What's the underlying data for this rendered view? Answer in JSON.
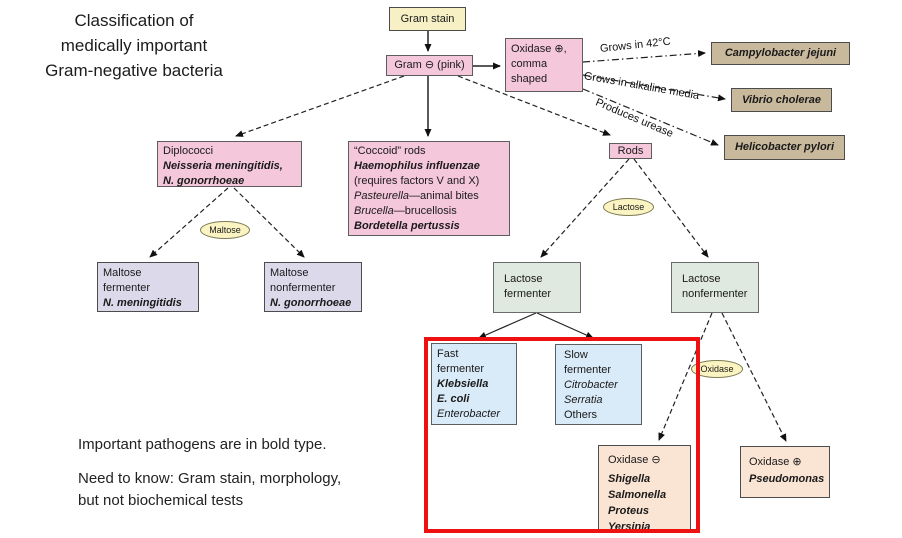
{
  "title": {
    "line1": "Classification of",
    "line2": "medically important",
    "line3": "Gram-negative bacteria"
  },
  "notes": {
    "bold_note": "Important pathogens are in bold type.",
    "need_line1": "Need to know: Gram stain, morphology,",
    "need_line2": "but not biochemical tests"
  },
  "edges": {
    "grows42": "Grows in 42°C",
    "alkaline": "Grows in alkaline media",
    "urease": "Produces urease"
  },
  "ovals": {
    "maltose": "Maltose",
    "lactose": "Lactose",
    "oxidase": "Oxidase"
  },
  "nodes": {
    "gram_stain": "Gram stain",
    "gram_negative": "Gram ⊖ (pink)",
    "oxidase_comma": {
      "line1": "Oxidase ⊕,",
      "line2": "comma",
      "line3": "shaped"
    },
    "campylobacter": "Campylobacter jejuni",
    "vibrio": "Vibrio cholerae",
    "helicobacter": "Helicobacter pylori",
    "diplococci": {
      "line1": "Diplococci",
      "line2": "Neisseria meningitidis,",
      "line3": "N. gonorrhoeae"
    },
    "coccoid": {
      "line1": "“Coccoid” rods",
      "line2": "Haemophilus influenzae",
      "line3": "(requires factors V and X)",
      "line4_name": "Pasteurella",
      "line4_rest": "—animal bites",
      "line5_name": "Brucella",
      "line5_rest": "—brucellosis",
      "line6": "Bordetella pertussis"
    },
    "rods": "Rods",
    "maltose_fermenter": {
      "line1": "Maltose",
      "line2": "fermenter",
      "line3": "N. meningitidis"
    },
    "maltose_nonfermenter": {
      "line1": "Maltose",
      "line2": "nonfermenter",
      "line3": "N. gonorrhoeae"
    },
    "lactose_fermenter": {
      "line1": "Lactose",
      "line2": "fermenter"
    },
    "lactose_nonfermenter": {
      "line1": "Lactose",
      "line2": "nonfermenter"
    },
    "fast_fermenter": {
      "line1": "Fast",
      "line2": "fermenter",
      "line3": "Klebsiella",
      "line4": "E. coli",
      "line5": "Enterobacter"
    },
    "slow_fermenter": {
      "line1": "Slow",
      "line2": "fermenter",
      "line3": "Citrobacter",
      "line4": "Serratia",
      "line5": "Others"
    },
    "oxidase_negative": {
      "line1": "Oxidase ⊖",
      "line2": "Shigella",
      "line3": "Salmonella",
      "line4": "Proteus",
      "line5": "Yersinia"
    },
    "oxidase_positive": {
      "line1": "Oxidase ⊕",
      "line2": "Pseudomonas"
    }
  },
  "colors": {
    "cream": "#f6f0c4",
    "pink": "#f4c7da",
    "tan": "#c9b99c",
    "lavender": "#dcd9eb",
    "green": "#dfe9df",
    "blue": "#d9eaf8",
    "peach": "#fae4d4",
    "oval_yellow": "#fbf3c1",
    "highlight_red": "#ee1111"
  }
}
